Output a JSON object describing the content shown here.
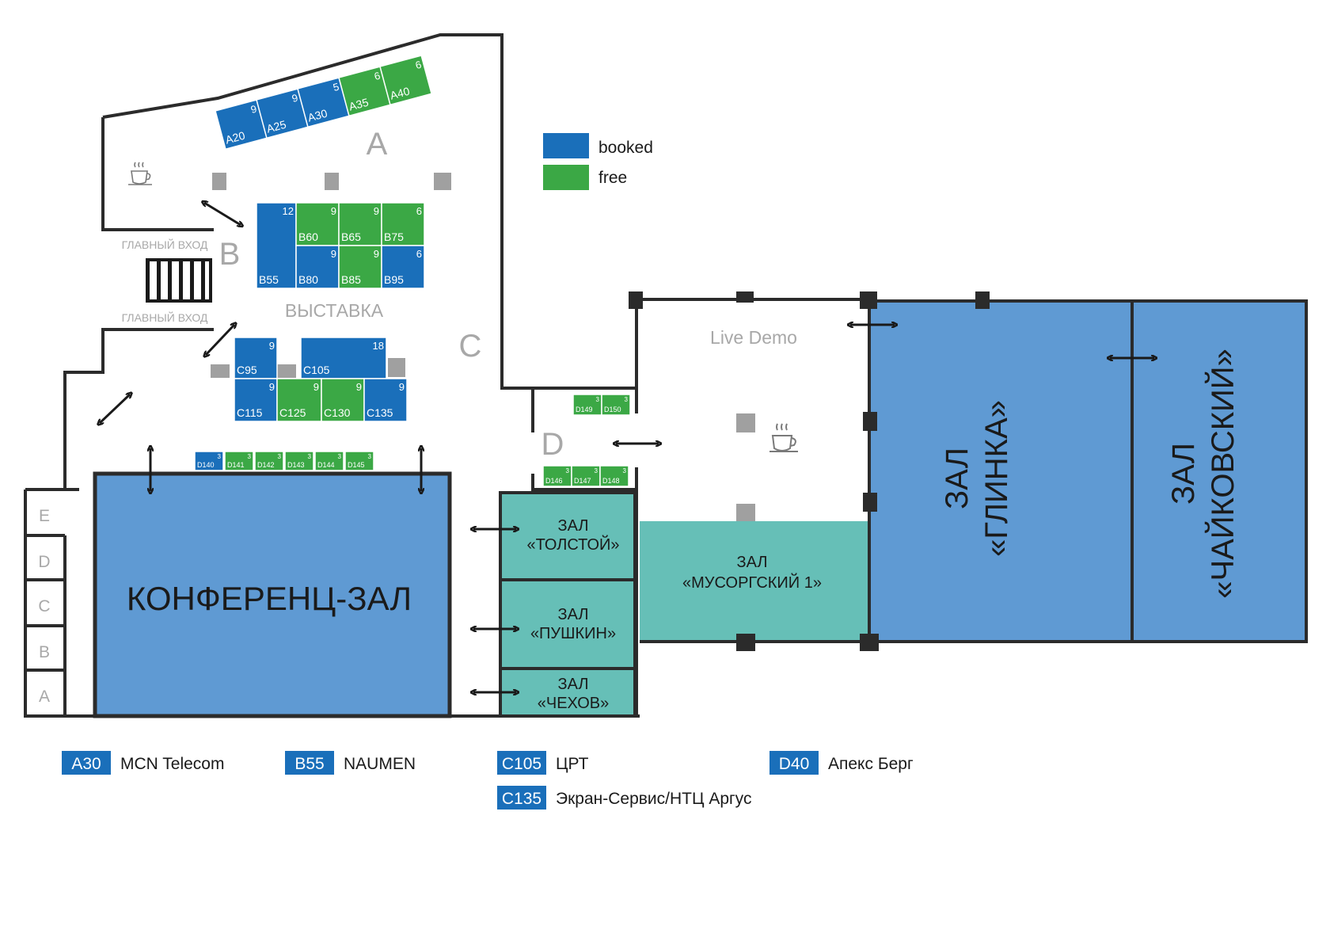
{
  "colors": {
    "booked": "#1a6fba",
    "free": "#3ba845",
    "big_hall": "#5f9ad3",
    "small_hall": "#66bfb7",
    "wall": "#2b2b2b",
    "label_grey": "#a8a8a8",
    "pillar": "#a0a0a0"
  },
  "legend": {
    "booked": "booked",
    "free": "free"
  },
  "zones": {
    "a": "A",
    "b": "B",
    "c": "C",
    "d": "D"
  },
  "labels": {
    "entrance_top": "ГЛАВНЫЙ ВХОД",
    "entrance_bottom": "ГЛАВНЫЙ ВХОД",
    "exhibition": "ВЫСТАВКА",
    "live_demo": "Live Demo"
  },
  "side_rooms": [
    "E",
    "D",
    "C",
    "B",
    "A"
  ],
  "rooms": {
    "conference": "КОНФЕРЕНЦ-ЗАЛ",
    "tolstoy_1": "ЗАЛ",
    "tolstoy_2": "«ТОЛСТОЙ»",
    "pushkin_1": "ЗАЛ",
    "pushkin_2": "«ПУШКИН»",
    "chekhov_1": "ЗАЛ",
    "chekhov_2": "«ЧЕХОВ»",
    "mussorgsky_1": "ЗАЛ",
    "mussorgsky_2": "«МУСОРГСКИЙ 1»",
    "glinka_1": "ЗАЛ",
    "glinka_2": "«ГЛИНКА»",
    "tchaikovsky_1": "ЗАЛ",
    "tchaikovsky_2": "«ЧАЙКОВСКИЙ»"
  },
  "booths": {
    "A20": {
      "name": "A20",
      "size": "9",
      "status": "booked"
    },
    "A25": {
      "name": "A25",
      "size": "9",
      "status": "booked"
    },
    "A30": {
      "name": "A30",
      "size": "5",
      "status": "booked"
    },
    "A35": {
      "name": "A35",
      "size": "6",
      "status": "free"
    },
    "A40": {
      "name": "A40",
      "size": "6",
      "status": "free"
    },
    "B55": {
      "name": "B55",
      "size": "12",
      "status": "booked"
    },
    "B60": {
      "name": "B60",
      "size": "9",
      "status": "free"
    },
    "B65": {
      "name": "B65",
      "size": "9",
      "status": "free"
    },
    "B75": {
      "name": "B75",
      "size": "6",
      "status": "free"
    },
    "B80": {
      "name": "B80",
      "size": "9",
      "status": "booked"
    },
    "B85": {
      "name": "B85",
      "size": "9",
      "status": "free"
    },
    "B95": {
      "name": "B95",
      "size": "6",
      "status": "booked"
    },
    "C95": {
      "name": "C95",
      "size": "9",
      "status": "booked"
    },
    "C105": {
      "name": "C105",
      "size": "18",
      "status": "booked"
    },
    "C115": {
      "name": "C115",
      "size": "9",
      "status": "booked"
    },
    "C125": {
      "name": "C125",
      "size": "9",
      "status": "free"
    },
    "C130": {
      "name": "C130",
      "size": "9",
      "status": "free"
    },
    "C135": {
      "name": "C135",
      "size": "9",
      "status": "booked"
    },
    "D140": {
      "name": "D140",
      "size": "3",
      "status": "booked"
    },
    "D141": {
      "name": "D141",
      "size": "3",
      "status": "free"
    },
    "D142": {
      "name": "D142",
      "size": "3",
      "status": "free"
    },
    "D143": {
      "name": "D143",
      "size": "3",
      "status": "free"
    },
    "D144": {
      "name": "D144",
      "size": "3",
      "status": "free"
    },
    "D145": {
      "name": "D145",
      "size": "3",
      "status": "free"
    },
    "D146": {
      "name": "D146",
      "size": "3",
      "status": "free"
    },
    "D147": {
      "name": "D147",
      "size": "3",
      "status": "free"
    },
    "D148": {
      "name": "D148",
      "size": "3",
      "status": "free"
    },
    "D149": {
      "name": "D149",
      "size": "3",
      "status": "free"
    },
    "D150": {
      "name": "D150",
      "size": "3",
      "status": "free"
    }
  },
  "exhibitors": [
    {
      "booth": "A30",
      "company": "MCN Telecom"
    },
    {
      "booth": "B55",
      "company": "NAUMEN"
    },
    {
      "booth": "C105",
      "company": "ЦРТ"
    },
    {
      "booth": "C135",
      "company": "Экран-Сервис/НТЦ Аргус"
    },
    {
      "booth": "D40",
      "company": "Апекс Берг"
    }
  ],
  "icons": [
    "coffee-icon",
    "stairs-icon",
    "double-arrow-icon"
  ]
}
